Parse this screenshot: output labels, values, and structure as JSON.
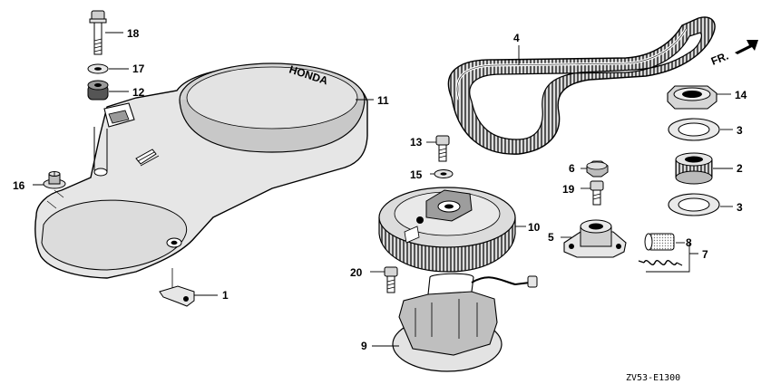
{
  "diagram": {
    "callouts": [
      "1",
      "2",
      "3",
      "3",
      "4",
      "5",
      "6",
      "7",
      "8",
      "9",
      "10",
      "11",
      "12",
      "13",
      "14",
      "15",
      "16",
      "17",
      "18",
      "19",
      "20"
    ],
    "direction_label": "FR.",
    "drawing_code": "ZV53-E1300",
    "cover_emblem": "HONDA",
    "colors": {
      "line": "#000000",
      "fill_light": "#e9e9e9",
      "fill_mid": "#cfcfcf",
      "fill_dark": "#7a7a7a",
      "background": "#ffffff"
    }
  }
}
